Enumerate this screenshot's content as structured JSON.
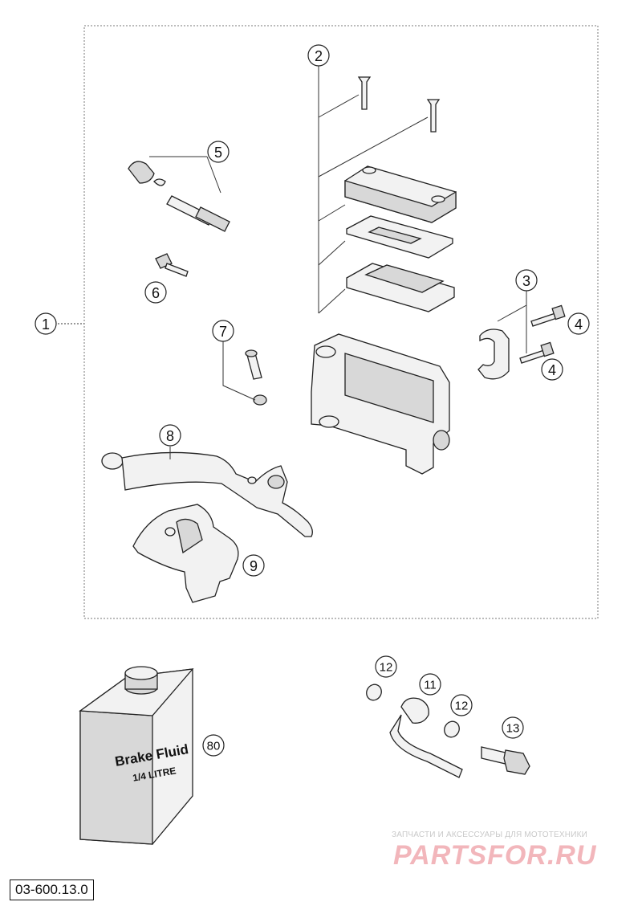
{
  "callouts": {
    "c1": "1",
    "c2": "2",
    "c3": "3",
    "c4a": "4",
    "c4b": "4",
    "c5": "5",
    "c6": "6",
    "c7": "7",
    "c8": "8",
    "c9": "9",
    "c11": "11",
    "c12a": "12",
    "c12b": "12",
    "c13": "13",
    "c80": "80"
  },
  "bottle": {
    "line1": "Brake Fluid",
    "line2": "1/4 LITRE"
  },
  "part_number": "03-600.13.0",
  "watermark": {
    "caption": "ЗАПЧАСТИ И АКСЕССУАРЫ ДЛЯ МОТОТЕХНИКИ",
    "logo": "PARTSFOR.RU"
  }
}
